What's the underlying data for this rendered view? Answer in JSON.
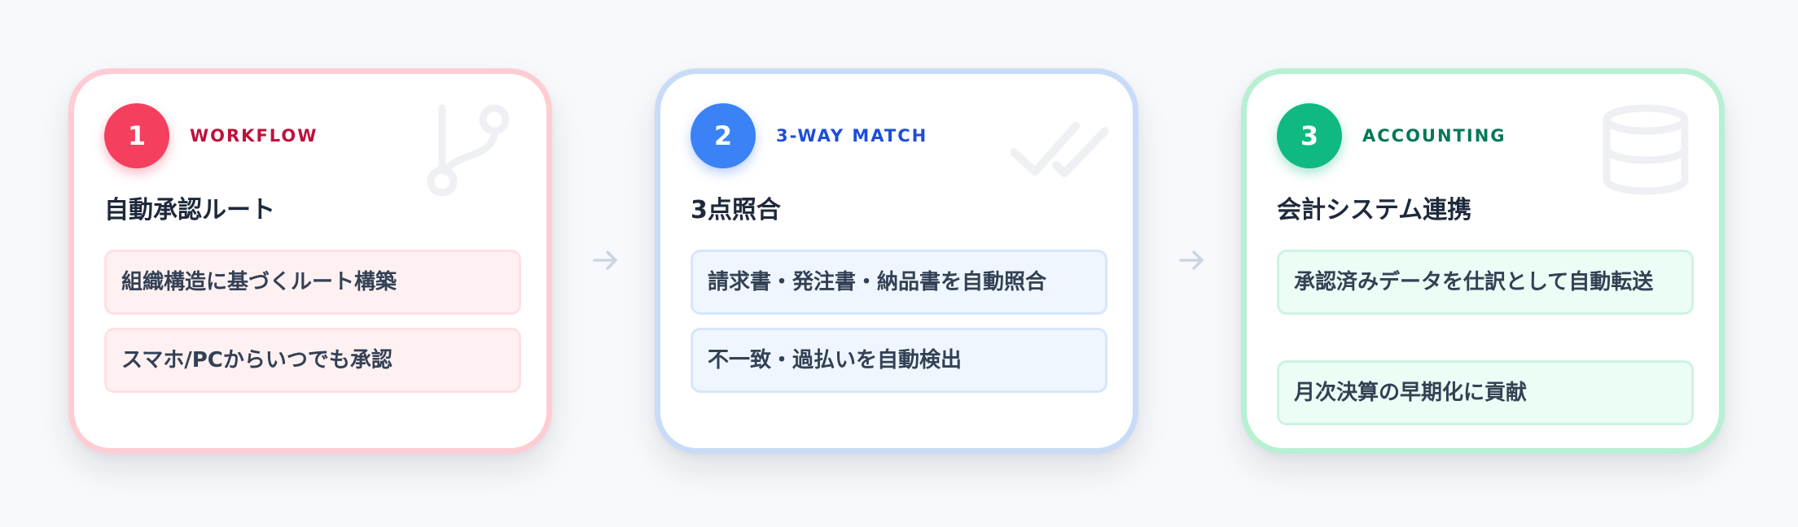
{
  "steps": [
    {
      "number": "1",
      "tag": "WORKFLOW",
      "title": "自動承認ルート",
      "items": [
        "組織構造に基づくルート構築",
        "スマホ/PCからいつでも承認"
      ],
      "accent": "#f43f5e",
      "icon": "git-branch-icon"
    },
    {
      "number": "2",
      "tag": "3-WAY MATCH",
      "title": "3点照合",
      "items": [
        "請求書・発注書・納品書を自動照合",
        "不一致・過払いを自動検出"
      ],
      "accent": "#3b82f6",
      "icon": "double-check-icon"
    },
    {
      "number": "3",
      "tag": "ACCOUNTING",
      "title": "会計システム連携",
      "items": [
        "承認済みデータを仕訳として自動転送",
        "月次決算の早期化に貢献"
      ],
      "accent": "#10b981",
      "icon": "database-icon"
    }
  ],
  "arrows": [
    "arrow-right-icon",
    "arrow-right-icon"
  ]
}
